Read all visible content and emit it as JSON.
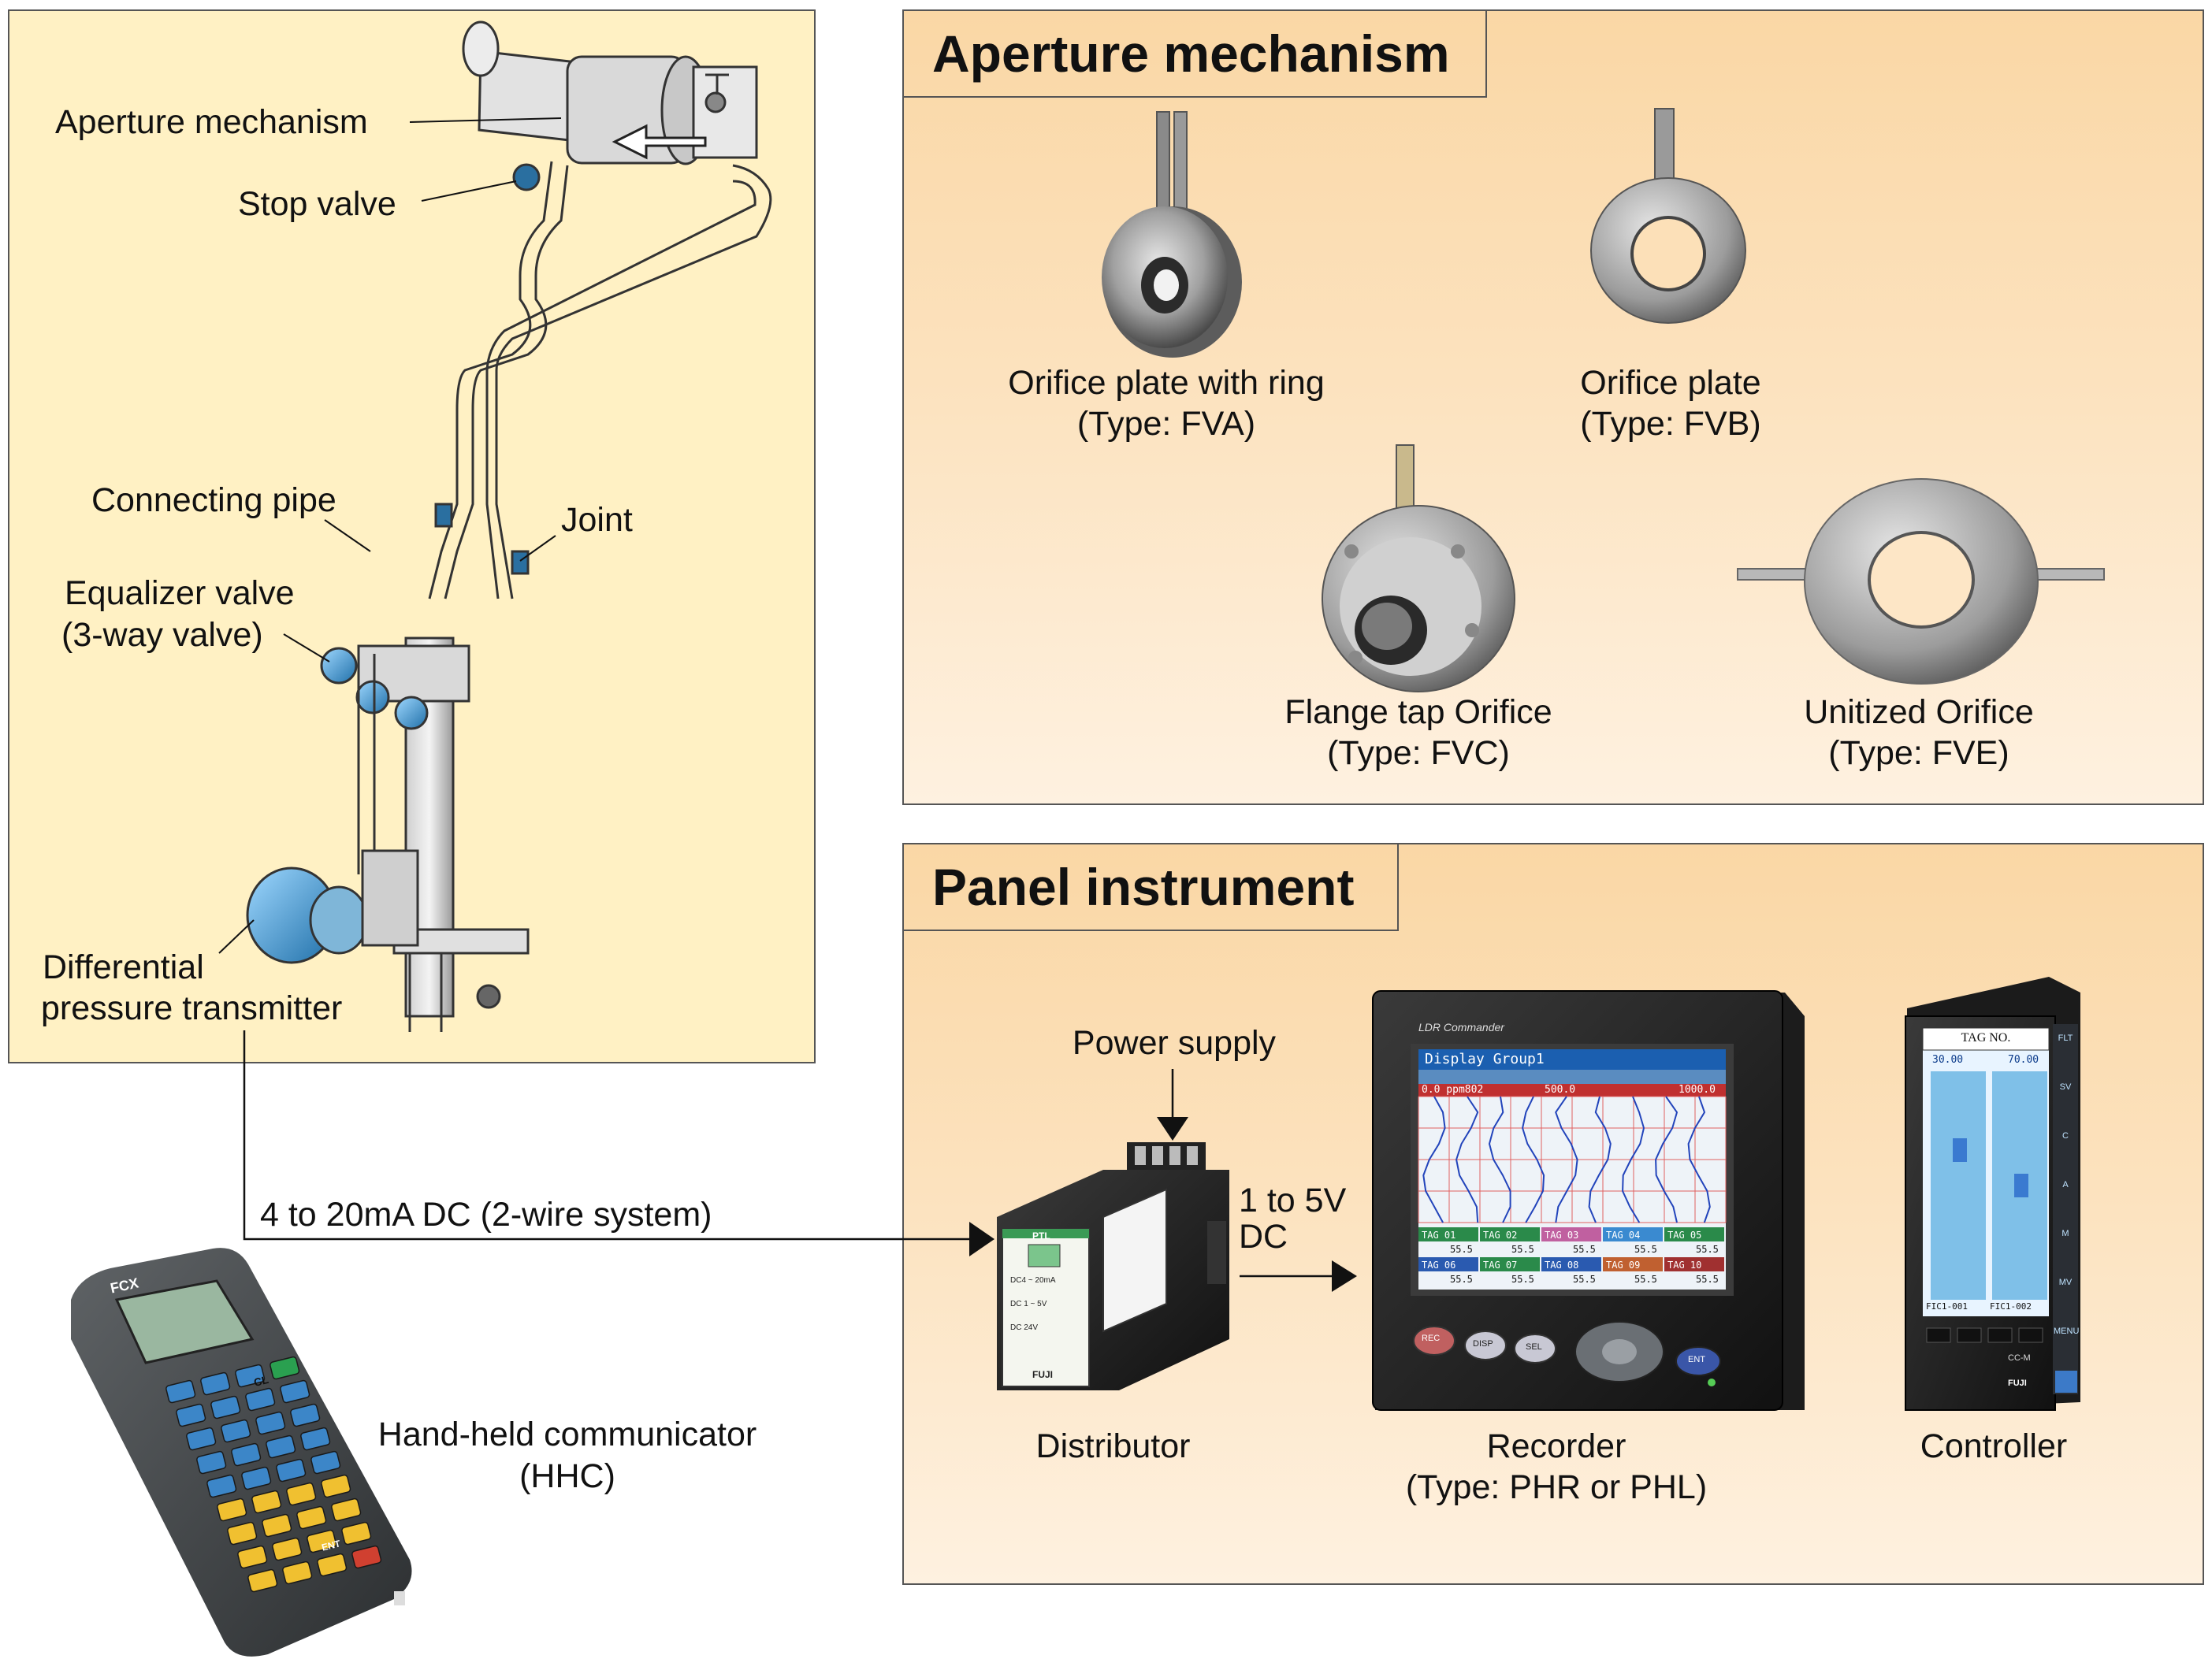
{
  "installation": {
    "aperture_mechanism": "Aperture mechanism",
    "stop_valve": "Stop valve",
    "connecting_pipe": "Connecting pipe",
    "joint": "Joint",
    "equalizer_valve": [
      "Equalizer valve",
      "(3-way valve)"
    ],
    "dp_transmitter": [
      "Differential",
      "pressure transmitter"
    ]
  },
  "signal": {
    "current": "4 to 20mA DC (2-wire system)",
    "voltage": [
      "1 to 5V",
      "DC"
    ]
  },
  "hhc": {
    "label": [
      "Hand-held communicator",
      "(HHC)"
    ],
    "brand": "FCX",
    "keys": [
      "CL",
      "ENT"
    ]
  },
  "aperture_section": {
    "title": "Aperture mechanism",
    "items": [
      {
        "name": "Orifice plate with ring",
        "type": "(Type: FVA)"
      },
      {
        "name": "Orifice plate",
        "type": "(Type: FVB)"
      },
      {
        "name": "Flange tap Orifice",
        "type": "(Type: FVC)"
      },
      {
        "name": "Unitized Orifice",
        "type": "(Type: FVE)"
      }
    ]
  },
  "panel_section": {
    "title": "Panel instrument",
    "power_supply": "Power supply",
    "distributor": "Distributor",
    "recorder": [
      "Recorder",
      "(Type: PHR or PHL)"
    ],
    "controller": "Controller"
  },
  "recorder_screen": {
    "brand": "LDR Commander",
    "title": "Display Group1",
    "scale_left": "0.0 ppm802",
    "scale_mid": "500.0",
    "scale_right": "1000.0",
    "tags": [
      "TAG 01",
      "TAG 02",
      "TAG 03",
      "TAG 04",
      "TAG 05",
      "TAG 06",
      "TAG 07",
      "TAG 08",
      "TAG 09",
      "TAG 10"
    ],
    "tag_value": "55.5",
    "buttons": [
      "REC",
      "DISP",
      "SEL",
      "ENT"
    ]
  },
  "controller_face": {
    "tag_header": "TAG NO.",
    "value_a": "30.00",
    "value_b": "70.00",
    "loop_a": "FIC1-001",
    "loop_b": "FIC1-002",
    "model": "CC-M",
    "brand": "FUJI",
    "keys": [
      "FLT",
      "SV",
      "C",
      "A",
      "M",
      "MV",
      "MENU"
    ]
  },
  "distributor_face": {
    "model": "PTL",
    "range_in": "DC4 ~ 20mA",
    "range_out": "DC 1 ~ 5V",
    "supply": "DC 24V",
    "brand": "FUJI"
  },
  "colors": {
    "left_panel": "#fff1c4",
    "right_panel_top": "#fad7a5",
    "grid_line": "#e06060",
    "trace": "#2244bb"
  }
}
